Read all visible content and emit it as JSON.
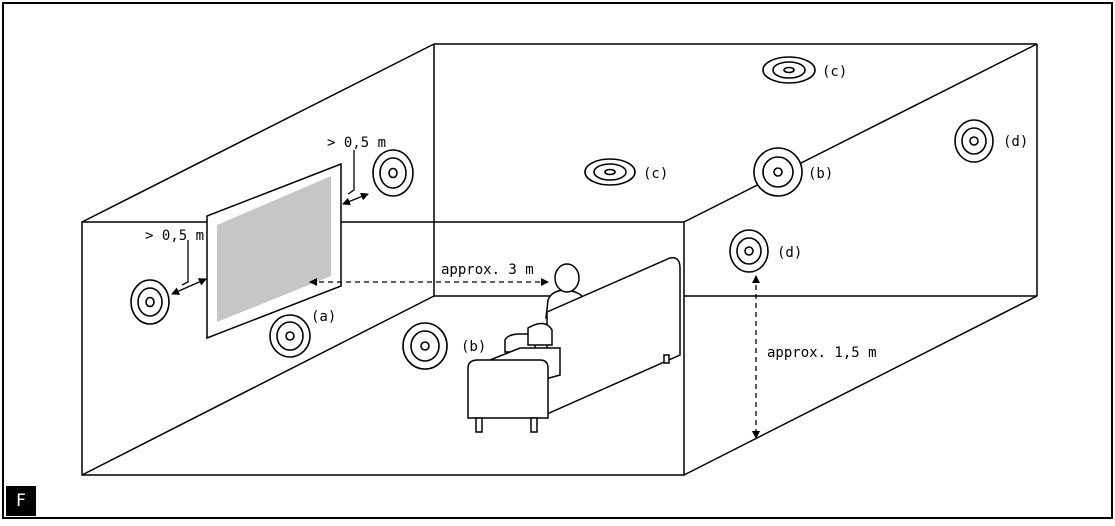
{
  "figure_label": "F",
  "labels": {
    "spk_a": "(a)",
    "spk_b_left": "(b)",
    "spk_b_right": "(b)",
    "spk_c_top": "(c)",
    "spk_c_mid": "(c)",
    "spk_d_right": "(d)",
    "spk_d_low": "(d)",
    "dist_top": "> 0,5 m",
    "dist_left": "> 0,5 m",
    "dist_view": "approx. 3 m",
    "dist_height": "approx. 1,5 m"
  }
}
